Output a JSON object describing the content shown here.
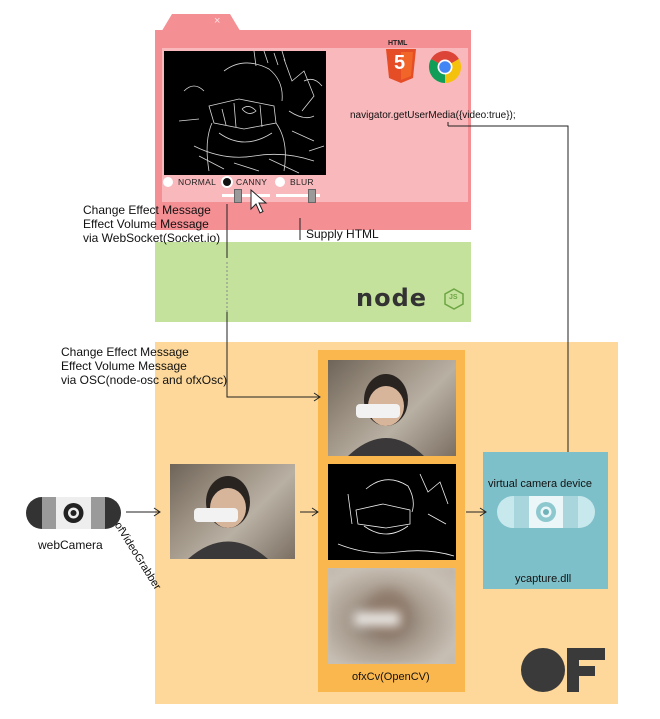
{
  "browser": {
    "close_glyph": "×",
    "getusermedia": "navigator.getUserMedia({video:true});",
    "radios": [
      {
        "label": "NORMAL",
        "selected": false
      },
      {
        "label": "CANNY",
        "selected": true
      },
      {
        "label": "BLUR",
        "selected": false
      }
    ],
    "html5_badge": "HTML",
    "html5_number": "5"
  },
  "messages": {
    "websocket": [
      "Change Effect Message",
      "Effect Volume Message",
      "via WebSocket(Socket.io)"
    ],
    "osc": [
      "Change Effect Message",
      "Effect Volume Message",
      "via OSC(node-osc and ofxOsc)"
    ],
    "supply_html": "Supply HTML"
  },
  "node": {
    "logo": "node",
    "js_badge": "JS"
  },
  "webcam": {
    "label": "webCamera"
  },
  "grabber": {
    "label": "ofVideoGrabber"
  },
  "opencv": {
    "label": "ofxCv(OpenCV)"
  },
  "vcam": {
    "title": "virtual camera device",
    "dll": "ycapture.dll"
  },
  "of_logo": "OF",
  "colors": {
    "browser": "#f48f94",
    "browser_inner": "#f9b8bb",
    "node": "#c5e29c",
    "openframeworks": "#fdd89a",
    "opencv": "#f9b74e",
    "vcam": "#7ec0c9"
  }
}
